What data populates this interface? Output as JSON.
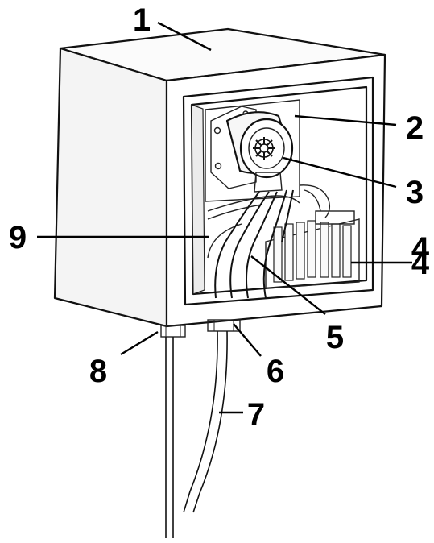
{
  "diagram": {
    "colors": {
      "outline": "#111111",
      "face": "#ffffff",
      "side": "#f4f4f4",
      "inner_back": "#ffffff",
      "shadow": "#d9d9d9",
      "label": "#000000"
    },
    "callouts": [
      {
        "id": "c1",
        "label": "1",
        "part": "enclosure-lid"
      },
      {
        "id": "c2",
        "label": "2",
        "part": "back-panel"
      },
      {
        "id": "c3",
        "label": "3",
        "part": "motor-actuator"
      },
      {
        "id": "c4a",
        "label": "4",
        "part": "heat-sink-top"
      },
      {
        "id": "c4b",
        "label": "4",
        "part": "heat-sink"
      },
      {
        "id": "c5",
        "label": "5",
        "part": "internal-cable"
      },
      {
        "id": "c6",
        "label": "6",
        "part": "cable-gland-right"
      },
      {
        "id": "c7",
        "label": "7",
        "part": "supply-cable"
      },
      {
        "id": "c8",
        "label": "8",
        "part": "cable-gland-left"
      },
      {
        "id": "c9",
        "label": "9",
        "part": "wiring-harness"
      }
    ]
  }
}
